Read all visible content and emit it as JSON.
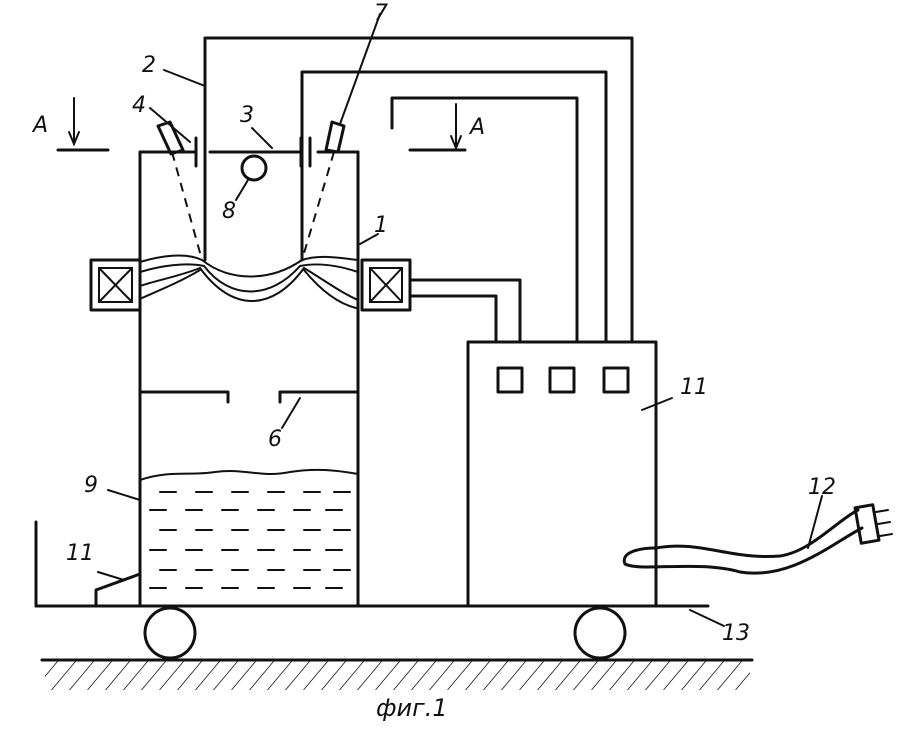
{
  "caption": "фиг.1",
  "section_marker_left": "A",
  "section_marker_right": "A",
  "labels": {
    "l1": "1",
    "l2": "2",
    "l3": "3",
    "l4": "4",
    "l6": "6",
    "l7": "7",
    "l8": "8",
    "l9": "9",
    "l11_cabinet": "11",
    "l11_bottom": "11",
    "l12": "12",
    "l13": "13"
  }
}
